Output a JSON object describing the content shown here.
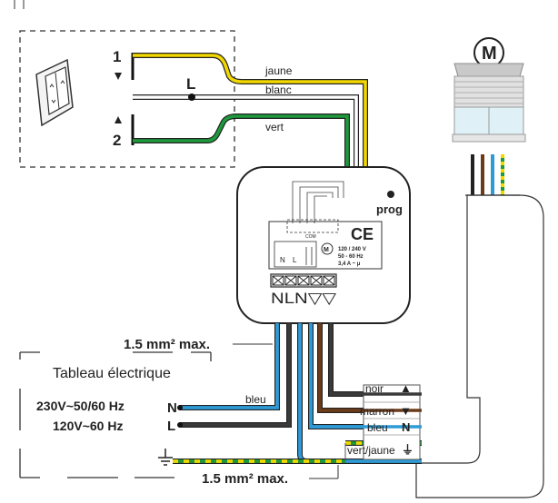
{
  "switch": {
    "terminal_up": "1",
    "terminal_down": "2",
    "common": "L"
  },
  "wires_top": {
    "yellow": "jaune",
    "white": "blanc",
    "green": "vert"
  },
  "module": {
    "prog": "prog",
    "ce": "CE",
    "rating_line1": "120 / 240 V",
    "rating_line2": "50 - 60 Hz",
    "rating_line3": "3,4 A ~ μ",
    "motor": "M",
    "terminal_labels": "NLN▽▽",
    "inner_left": "N",
    "inner_right": "L",
    "com": "COM"
  },
  "panel": {
    "title": "Tableau électrique",
    "supply1": "230V~50/60 Hz",
    "supply2": "120V~60 Hz",
    "n": "N",
    "l": "L",
    "bleu": "bleu"
  },
  "notes": {
    "section_top": "1.5 mm² max.",
    "section_bottom": "1.5 mm² max."
  },
  "motor": {
    "symbol": "M",
    "wires": [
      {
        "label": "noir",
        "terminal": "▲"
      },
      {
        "label": "marron",
        "terminal": "▼"
      },
      {
        "label": "bleu",
        "terminal": "N"
      },
      {
        "label": "vert/jaune",
        "terminal": "⏚"
      }
    ]
  },
  "colors": {
    "yellow": "#f2d700",
    "green": "#1e9a3c",
    "blue": "#2e9bd6",
    "brown": "#6b3b1a",
    "black": "#222222",
    "grey": "#9a9a9a"
  }
}
